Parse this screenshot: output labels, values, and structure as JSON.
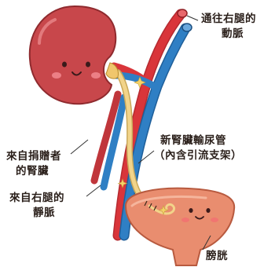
{
  "labels": {
    "artery": [
      "通往右腿的",
      "動脈"
    ],
    "ureter": [
      "新腎臟輸尿管",
      "（內含引流支架）"
    ],
    "donor_kidney": [
      "來自捐贈者",
      "的腎臟"
    ],
    "vein": [
      "來自右腿的",
      "靜脈"
    ],
    "bladder": [
      "膀胱"
    ]
  },
  "colors": {
    "kidney": "#c8474b",
    "kidney_dark": "#9e2f33",
    "artery": "#d9353a",
    "vein": "#2f7fc4",
    "ureter": "#f2d48a",
    "bladder": "#e98d6f",
    "cheek": "#f28a8f",
    "leader": "#333333"
  }
}
